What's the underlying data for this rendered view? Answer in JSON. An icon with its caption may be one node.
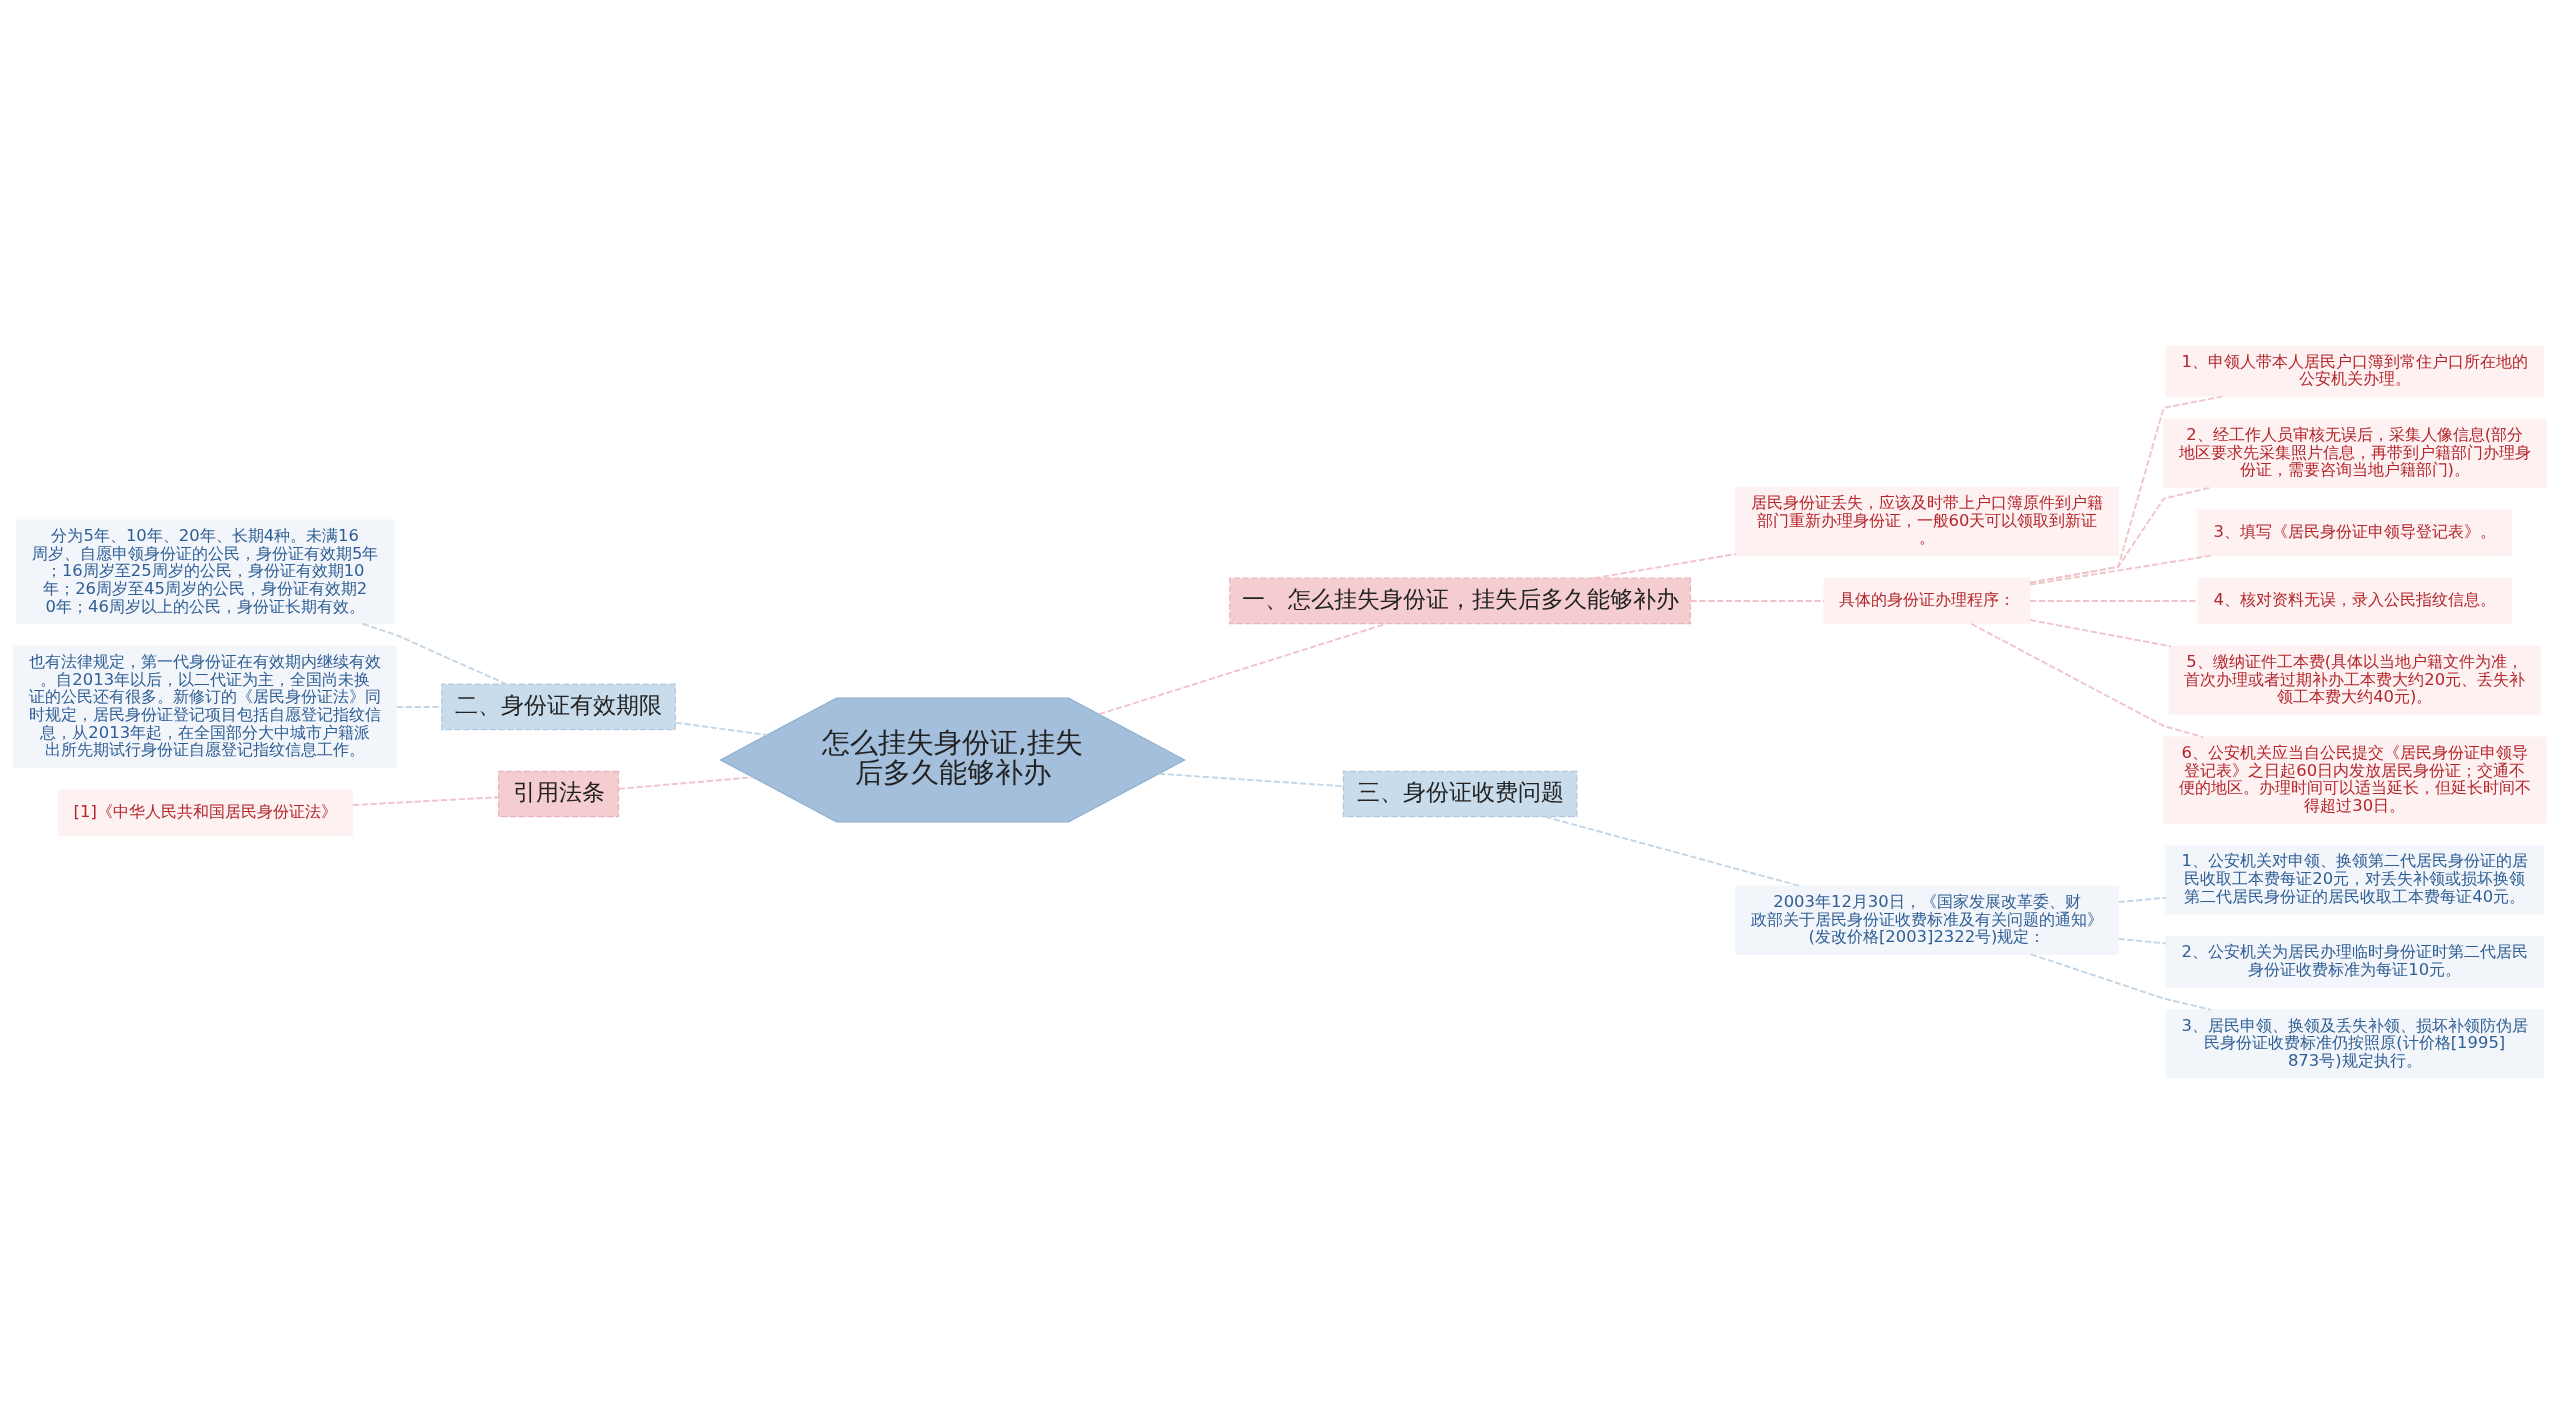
{
  "diagram": {
    "nodes": [
      {
        "text": [
          "怎么挂失身份证,挂失后多久能够补办"
        ]
      },
      {
        "text": [
          "一、怎么挂失身份证，挂失后多久能够补办"
        ]
      },
      {
        "text": [
          "居民身份证丢失，应该及时带上户口簿原件到户籍部门重新办理身份证，一般60天可以领取到新证。"
        ]
      },
      {
        "text": [
          "具体的身份证办理程序："
        ]
      },
      {
        "text": [
          "1、申领人带本人居民户口簿到常住户口所在地的公安机关办理。"
        ]
      },
      {
        "text": [
          "2、经工作人员审核无误后，采集人像信息(部分地区要求先采集照片信息，再带到户籍部门办理身份证，需要咨询当地户籍部门)。"
        ]
      },
      {
        "text": [
          "3、填写《居民身份证申领导登记表》。"
        ]
      },
      {
        "text": [
          "4、核对资料无误，录入公民指纹信息。"
        ]
      },
      {
        "text": [
          "5、缴纳证件工本费(具体以当地户籍文件为准，首次办理或者过期补办工本费大约20元、丢失补领工本费大约40元)。"
        ]
      },
      {
        "text": [
          "6、公安机关应当自公民提交《居民身份证申领导登记表》之日起60日内发放居民身份证；交通不便的地区。办理时间可以适当延长，但延长时间不得超过30日。"
        ]
      },
      {
        "text": [
          "二、身份证有效期限"
        ]
      },
      {
        "text": [
          "分为5年、10年、20年、长期4种。未满16周岁、自愿申领身份证的公民，身份证有效期5年；16周岁至25周岁的公民，身份证有效期10年；26周岁至45周岁的公民，身份证有效期20年；46周岁以上的公民，身份证长期有效。"
        ]
      },
      {
        "text": [
          "也有法律规定，第一代身份证在有效期内继续有效。自2013年以后，以二代证为主，全国尚未换证的公民还有很多。新修订的《居民身份证法》同时规定，居民身份证登记项目包括自愿登记指纹信息，从2013年起，在全国部分大中城市户籍派出所先期试行身份证自愿登记指纹信息工作。"
        ]
      },
      {
        "text": [
          "引用法条"
        ]
      },
      {
        "text": [
          "[1]《中华人民共和国居民身份证法》"
        ]
      },
      {
        "text": [
          "三、身份证收费问题"
        ]
      },
      {
        "text": [
          "2003年12月30日，《国家发展改革委、财政部关于居民身份证收费标准及有关问题的通知》(发改价格[2003]2322号)规定："
        ]
      },
      {
        "text": [
          "1、公安机关对申领、换领第二代居民身份证的居民收取工本费每证20元，对丢失补领或损坏换领第二代居民身份证的居民收取工本费每证40元。"
        ]
      },
      {
        "text": [
          "2、公安机关为居民办理临时身份证时第二代居民身份证收费标准为每证10元。"
        ]
      },
      {
        "text": [
          "3、居民申领、换领及丢失补领、损坏补领防伪居民身份证收费标准仍按照原(计价格[1995]873号)规定执行。"
        ]
      }
    ],
    "edges": [
      {
        "from": 0,
        "to": 1,
        "arrow": "none",
        "style": "dashed",
        "color": "#f0c4c8"
      },
      {
        "from": 1,
        "to": 2,
        "arrow": "none",
        "style": "dashed",
        "color": "#f0c4c8"
      },
      {
        "from": 1,
        "to": 3,
        "arrow": "none",
        "style": "dashed",
        "color": "#f0c4c8"
      },
      {
        "from": 3,
        "to": 4,
        "arrow": "none",
        "style": "dashed",
        "color": "#f0c4c8"
      },
      {
        "from": 3,
        "to": 5,
        "arrow": "none",
        "style": "dashed",
        "color": "#f0c4c8"
      },
      {
        "from": 3,
        "to": 6,
        "arrow": "none",
        "style": "dashed",
        "color": "#f0c4c8"
      },
      {
        "from": 3,
        "to": 7,
        "arrow": "none",
        "style": "dashed",
        "color": "#f0c4c8"
      },
      {
        "from": 3,
        "to": 8,
        "arrow": "none",
        "style": "dashed",
        "color": "#f0c4c8"
      },
      {
        "from": 3,
        "to": 9,
        "arrow": "none",
        "style": "dashed",
        "color": "#f0c4c8"
      },
      {
        "from": 0,
        "to": 10,
        "arrow": "none",
        "style": "dashed",
        "color": "#c3d6e6"
      },
      {
        "from": 10,
        "to": 11,
        "arrow": "none",
        "style": "dashed",
        "color": "#c3d6e6"
      },
      {
        "from": 10,
        "to": 12,
        "arrow": "none",
        "style": "dashed",
        "color": "#c3d6e6"
      },
      {
        "from": 0,
        "to": 13,
        "arrow": "none",
        "style": "dashed",
        "color": "#f0c4c8"
      },
      {
        "from": 13,
        "to": 14,
        "arrow": "none",
        "style": "dashed",
        "color": "#f0c4c8"
      },
      {
        "from": 0,
        "to": 15,
        "arrow": "none",
        "style": "dashed",
        "color": "#c3d6e6"
      },
      {
        "from": 15,
        "to": 16,
        "arrow": "none",
        "style": "dashed",
        "color": "#c3d6e6"
      },
      {
        "from": 16,
        "to": 17,
        "arrow": "none",
        "style": "dashed",
        "color": "#c3d6e6"
      },
      {
        "from": 16,
        "to": 18,
        "arrow": "none",
        "style": "dashed",
        "color": "#c3d6e6"
      },
      {
        "from": 16,
        "to": 19,
        "arrow": "none",
        "style": "dashed",
        "color": "#c3d6e6"
      }
    ]
  }
}
